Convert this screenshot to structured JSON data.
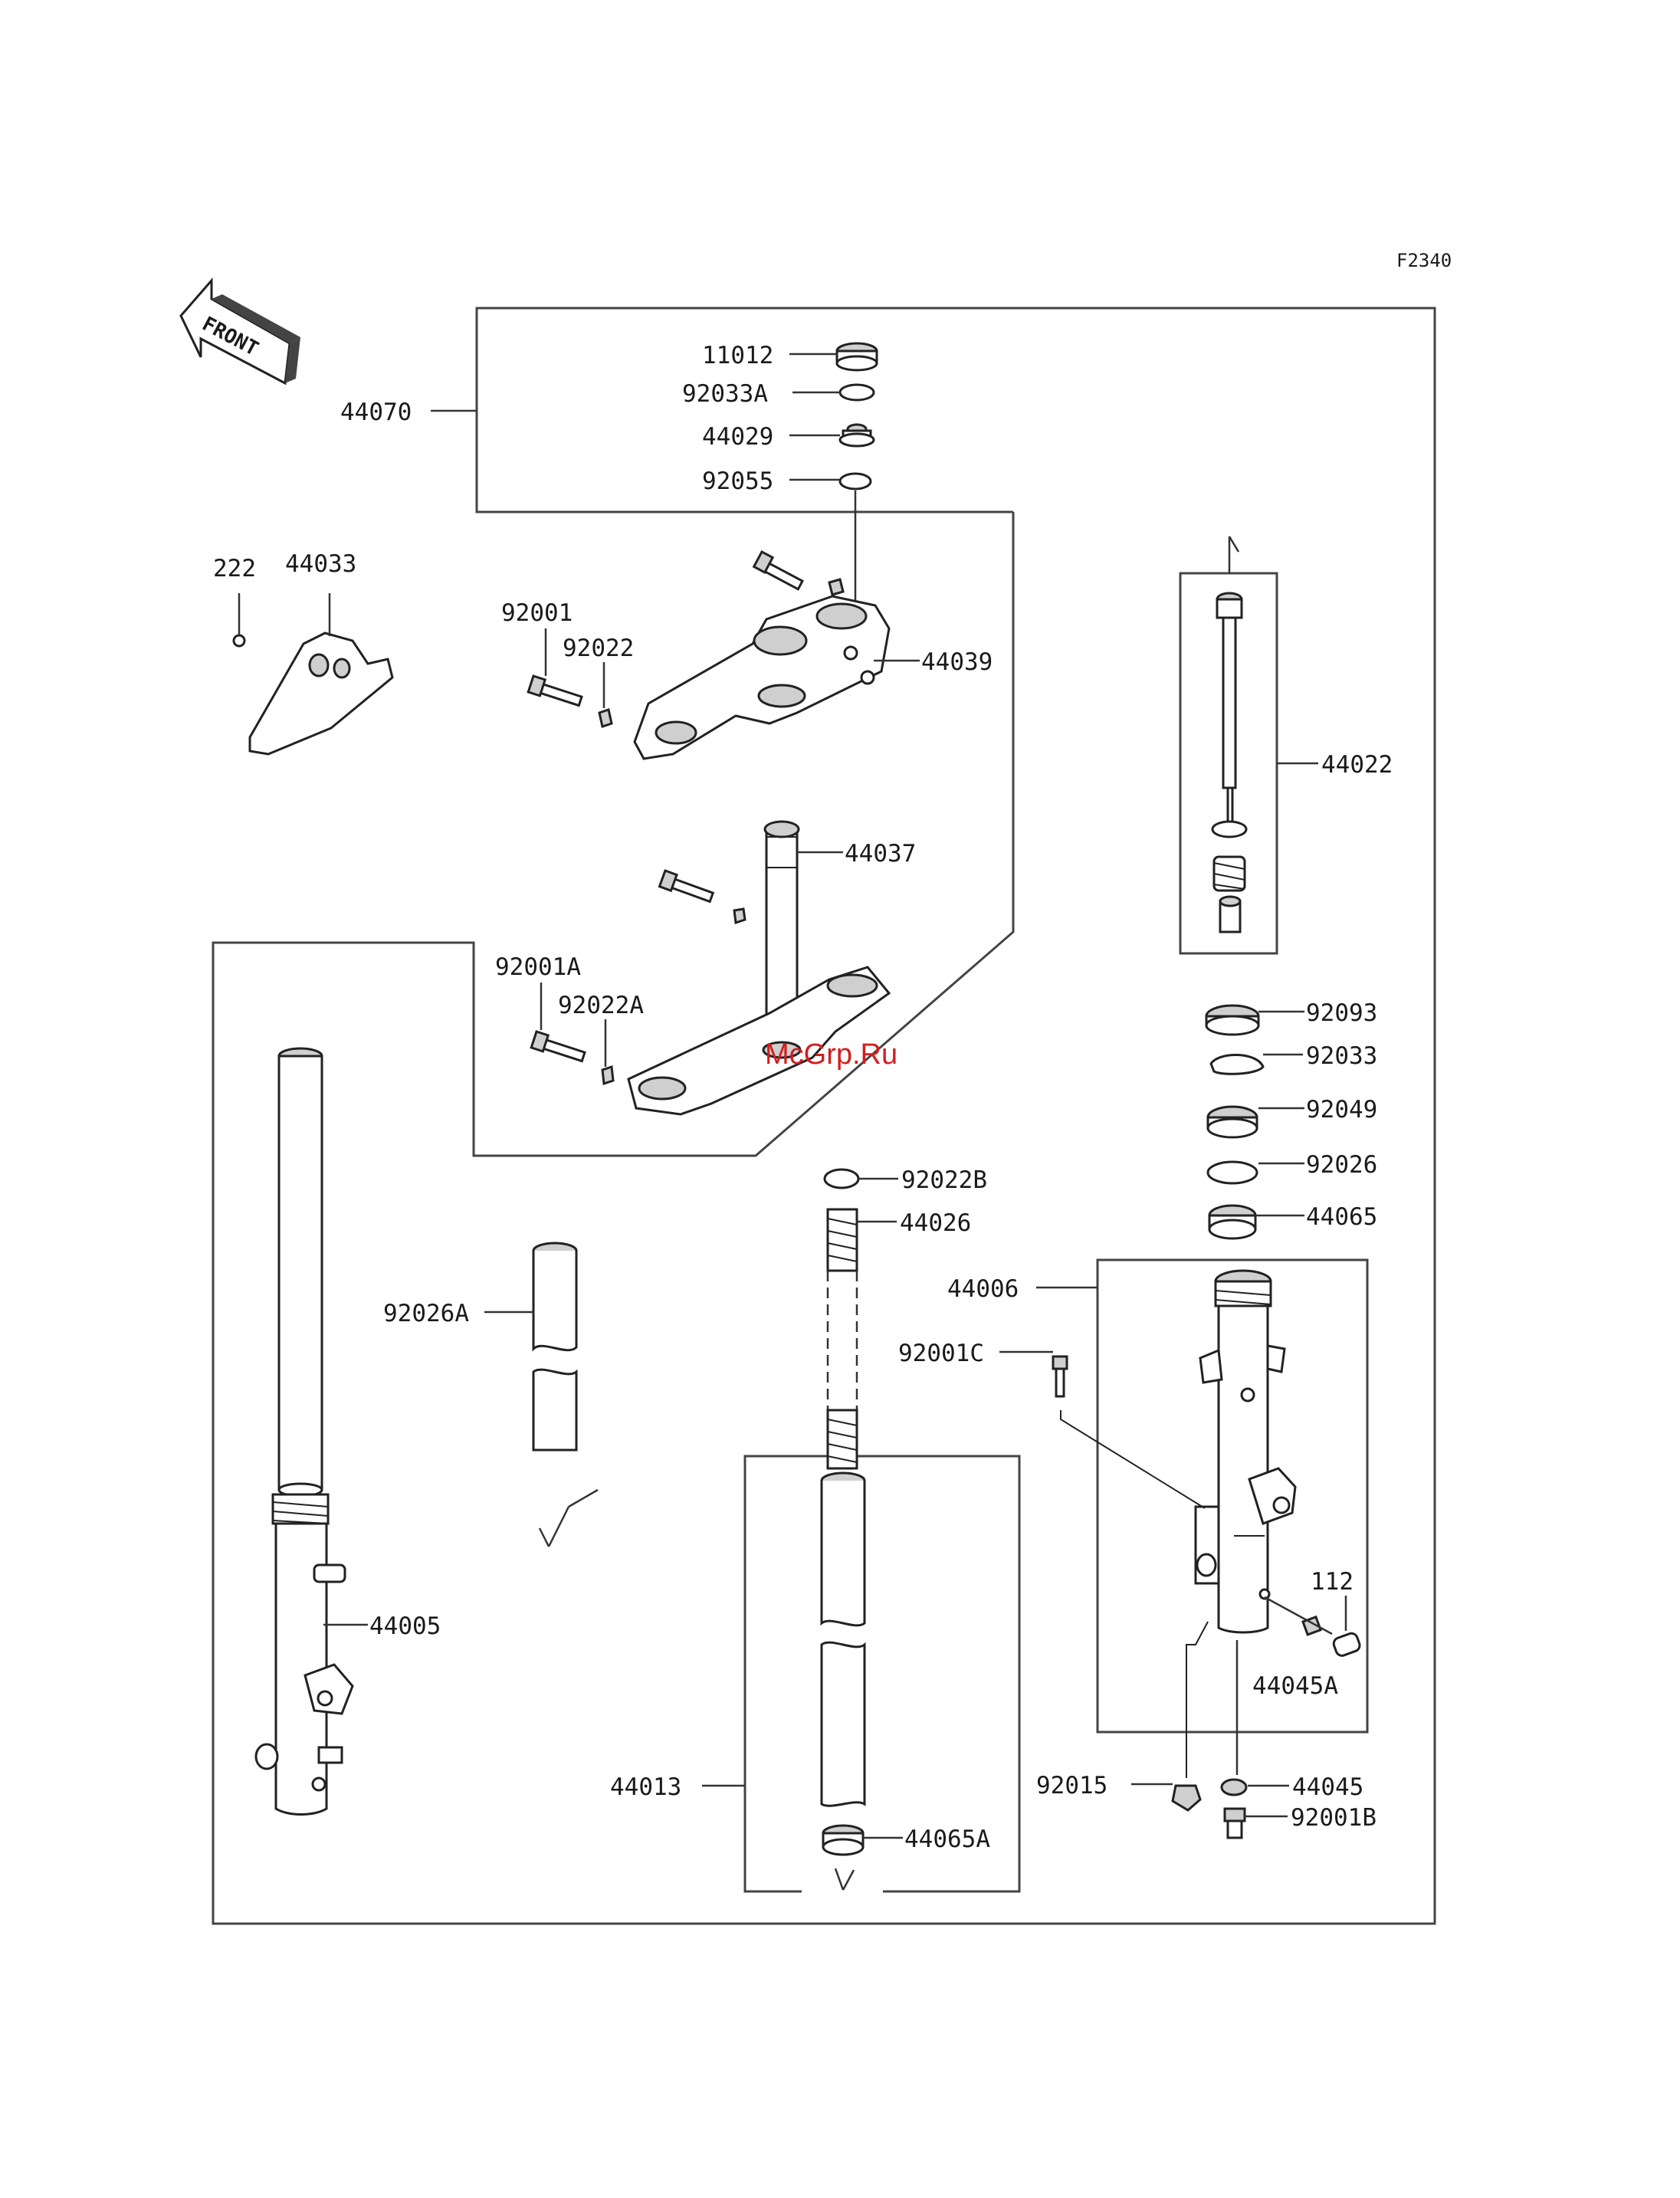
{
  "diagram_code": "F2340",
  "front_label": "FRONT",
  "watermark": "McGrp.Ru",
  "callouts": {
    "c11012": "11012",
    "c92033A": "92033A",
    "c44029": "44029",
    "c92055": "92055",
    "c44070": "44070",
    "c222": "222",
    "c44033": "44033",
    "c92001": "92001",
    "c92022": "92022",
    "c44039": "44039",
    "c44037": "44037",
    "c92001A": "92001A",
    "c92022A": "92022A",
    "c44022": "44022",
    "c92093": "92093",
    "c92033": "92033",
    "c92049": "92049",
    "c92026": "92026",
    "c44065": "44065",
    "c92022B": "92022B",
    "c44026": "44026",
    "c92026A": "92026A",
    "c44006": "44006",
    "c92001C": "92001C",
    "c112": "112",
    "c44045A": "44045A",
    "c44005": "44005",
    "c44013": "44013",
    "c92015": "92015",
    "c44045": "44045",
    "c92001B": "92001B",
    "c44065A": "44065A"
  }
}
